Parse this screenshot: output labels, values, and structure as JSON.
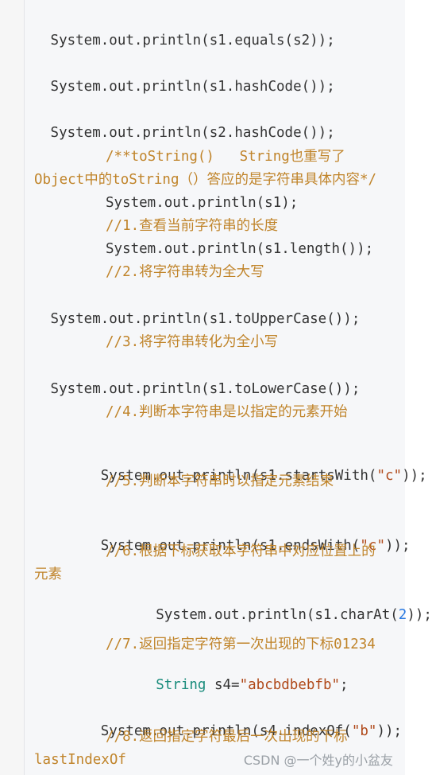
{
  "code_lines": [
    {
      "text": " System.out.println(s1.equals(s2));"
    },
    {
      "text": " System.out.println(s1.hashCode());"
    },
    {
      "text": " System.out.println(s2.hashCode());"
    },
    {
      "text": "/**toString()   String也重写了"
    },
    {
      "text": "Object中的toString（）答应的是字符串具体内容*/"
    },
    {
      "text": "System.out.println(s1);"
    },
    {
      "text": "//1.查看当前字符串的长度"
    },
    {
      "text": "System.out.println(s1.length());"
    },
    {
      "text": "//2.将字符串转为全大写"
    },
    {
      "text": " System.out.println(s1.toUpperCase());"
    },
    {
      "text": "//3.将字符串转化为全小写"
    },
    {
      "text": " System.out.println(s1.toLowerCase());"
    },
    {
      "text": "//4.判断本字符串是以指定的元素开始"
    },
    {
      "text_parts": [
        " System.out.println(s1.startsWith(",
        "\"c\"",
        "));"
      ]
    },
    {
      "text": "//5.判断本字符串时以指定元素结束"
    },
    {
      "text_parts": [
        " System.out.println(s1.endsWith(",
        "\"c\"",
        "));"
      ]
    },
    {
      "text": "//6.根据下标获取本字符串中对应位置上的"
    },
    {
      "text": "元素"
    },
    {
      "text_parts": [
        "System.out.println(s1.charAt(",
        "2",
        "));"
      ]
    },
    {
      "text": "//7.返回指定字符第一次出现的下标01234"
    },
    {
      "text_parts": [
        "String",
        " s4=",
        "\"abcbdbebfb\"",
        ";"
      ]
    },
    {
      "text_parts": [
        " System.out.println(s4.indexOf(",
        "\"b\"",
        "));"
      ]
    },
    {
      "text": "//8.返回指定字符最后一次出现的下标"
    },
    {
      "text": "lastIndexOf"
    }
  ],
  "watermark": "CSDN @一个姓y的小盆友",
  "colors": {
    "default": "#333333",
    "comment": "#c0842a",
    "string": "#b04a1b",
    "type": "#1a8c7c",
    "number": "#2a7ae2",
    "background": "#f6f7f9"
  }
}
